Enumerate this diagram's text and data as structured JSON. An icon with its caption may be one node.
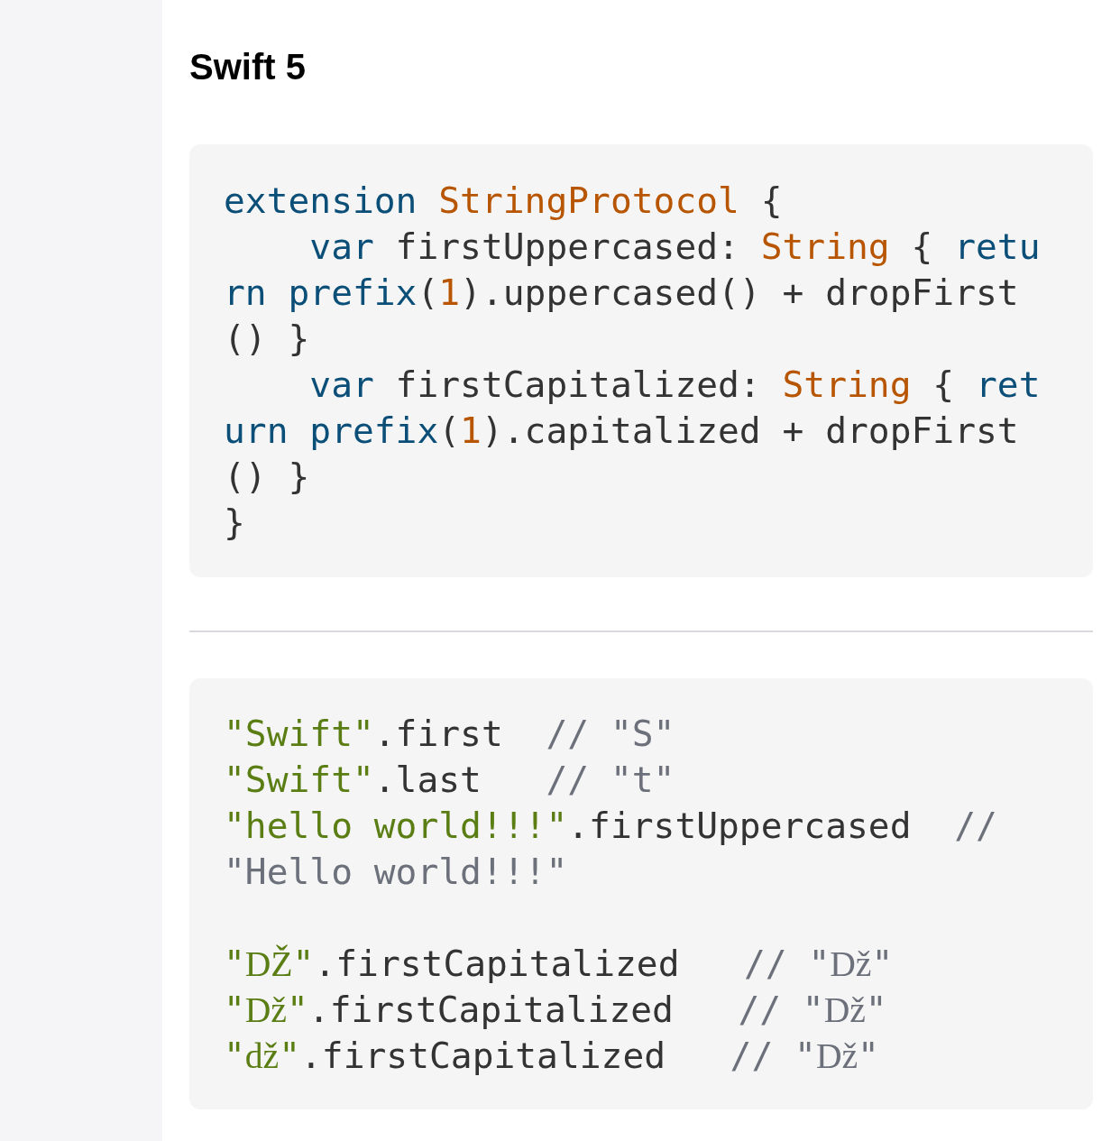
{
  "diagram": {
    "title": "Swift 5",
    "labels": [
      "extension StringProtocol {",
      "    var firstUppercased: String { return prefix(1).uppercased() + dropFirst() }",
      "    var firstCapitalized: String { return prefix(1).capitalized + dropFirst() }",
      "}",
      "\"Swift\".first  // \"S\"",
      "\"Swift\".last   // \"t\"",
      "\"hello world!!!\".firstUppercased  // \"Hello world!!!\"",
      "\"Ǆ\".firstCapitalized   // \"ǅ\"",
      "\"ǅ\".firstCapitalized   // \"ǅ\"",
      "\"ǆ\".firstCapitalized   // \"ǅ\""
    ]
  }
}
